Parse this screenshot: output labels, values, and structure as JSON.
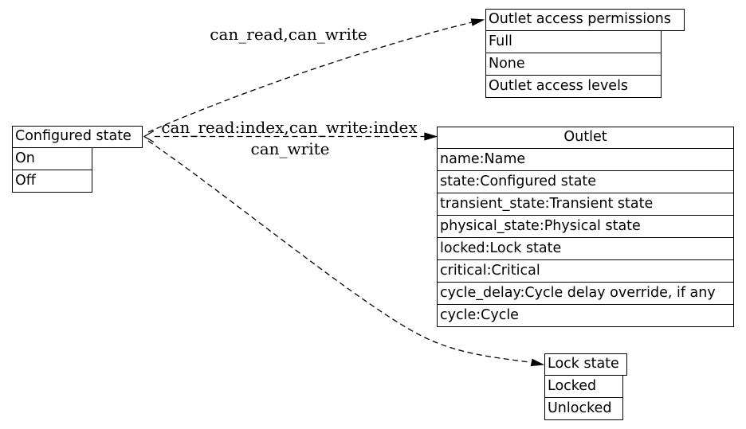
{
  "diagram": {
    "background_color": "#ffffff",
    "stroke_color": "#000000",
    "nodes": {
      "configured_state": {
        "title": "Configured state",
        "values": [
          "On",
          "Off"
        ]
      },
      "outlet_access_permissions": {
        "title": "Outlet access permissions",
        "values": [
          "Full",
          "None",
          "Outlet access levels"
        ]
      },
      "outlet": {
        "title": "Outlet",
        "fields": [
          "name:Name",
          "state:Configured state",
          "transient_state:Transient state",
          "physical_state:Physical state",
          "locked:Lock state",
          "critical:Critical",
          "cycle_delay:Cycle delay override, if any",
          "cycle:Cycle"
        ]
      },
      "lock_state": {
        "title": "Lock state",
        "values": [
          "Locked",
          "Unlocked"
        ]
      }
    },
    "edge_labels": {
      "to_permissions": "can_read,can_write",
      "outlet_upper": "can_read:index,can_write:index",
      "outlet_lower": "can_write"
    }
  }
}
